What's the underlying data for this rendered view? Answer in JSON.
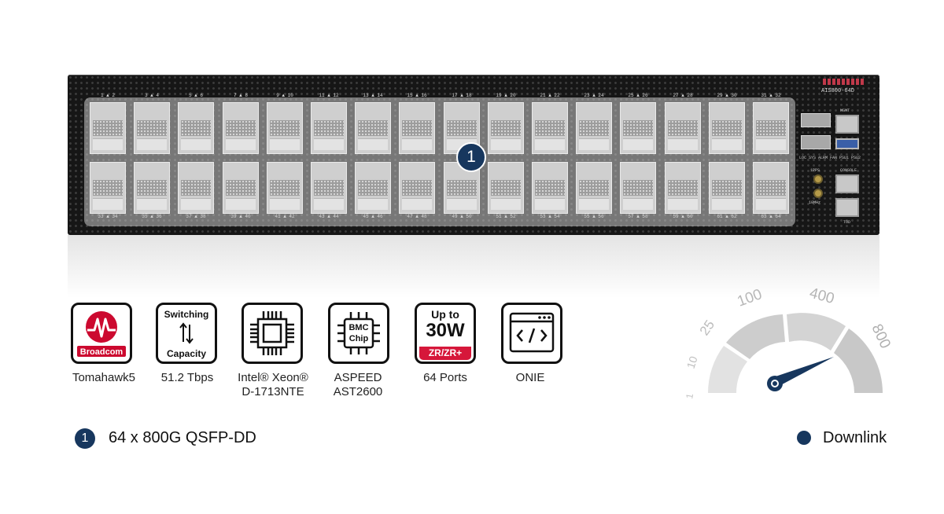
{
  "device": {
    "model": "AIS800-64D",
    "top_port_labels": [
      "1 ▲ 2",
      "3 ▲ 4",
      "5 ▲ 6",
      "7 ▲ 8",
      "9 ▲ 10",
      "11 ▲ 12",
      "13 ▲ 14",
      "15 ▲ 16",
      "17 ▲ 18",
      "19 ▲ 20",
      "21 ▲ 22",
      "23 ▲ 24",
      "25 ▲ 26",
      "27 ▲ 28",
      "29 ▲ 30",
      "31 ▲ 32"
    ],
    "bottom_port_labels": [
      "33 ▲ 34",
      "35 ▲ 36",
      "37 ▲ 38",
      "39 ▲ 40",
      "41 ▲ 42",
      "43 ▲ 44",
      "45 ▲ 46",
      "47 ▲ 48",
      "49 ▲ 50",
      "51 ▲ 52",
      "53 ▲ 54",
      "55 ▲ 56",
      "57 ▲ 58",
      "59 ▲ 60",
      "61 ▲ 62",
      "63 ▲ 64"
    ],
    "mgmt_labels": {
      "mgmt": "MGMT",
      "console": "CONSOLE",
      "pps": "1PPS",
      "mhz": "10MHz",
      "tod": "TOD",
      "leds": "LOC SYS ALRM FAN PSU1 PSU2"
    },
    "port_badge": "1"
  },
  "features": [
    {
      "icon": "broadcom-logo-icon",
      "icon_text": "Broadcom",
      "label": [
        "Tomahawk5"
      ]
    },
    {
      "icon": "switching-capacity-icon",
      "icon_text_top": "Switching",
      "icon_text_bottom": "Capacity",
      "label": [
        "51.2 Tbps"
      ]
    },
    {
      "icon": "cpu-chip-icon",
      "label": [
        "Intel® Xeon®",
        "D-1713NTE"
      ]
    },
    {
      "icon": "bmc-chip-icon",
      "icon_text_top": "BMC",
      "icon_text_bottom": "Chip",
      "label": [
        "ASPEED",
        "AST2600"
      ]
    },
    {
      "icon": "zr-power-icon",
      "icon_text_top": "Up to",
      "icon_text_mid": "30W",
      "icon_text_bottom": "ZR/ZR+",
      "label": [
        "64 Ports"
      ]
    },
    {
      "icon": "onie-code-window-icon",
      "label": [
        "ONIE"
      ]
    }
  ],
  "legend": {
    "badge": "1",
    "text": "64 x 800G QSFP-DD"
  },
  "downlink": {
    "text": "Downlink",
    "color": "#17375e"
  },
  "gauge": {
    "ticks": [
      "1",
      "10",
      "25",
      "100",
      "400",
      "800"
    ],
    "highlight": "800"
  },
  "colors": {
    "accent": "#17375e",
    "broadcom_red": "#cc092f",
    "zr_red": "#d6173a"
  }
}
